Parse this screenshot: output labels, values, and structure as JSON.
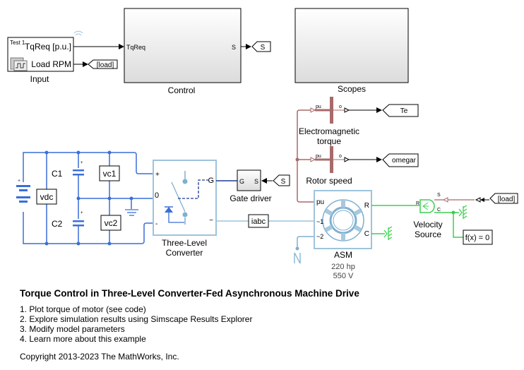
{
  "colors": {
    "electrical": "#3a6fd8",
    "converter_border": "#9ec3dc",
    "signal_bus": "#a86a6a",
    "mechanical": "#3ccf50",
    "block_fill": "#e8e8e8"
  },
  "blocks": {
    "input": {
      "label": "Input",
      "badge": "Test 1",
      "port_tqreq": "TqReq [p.u.]",
      "port_load": "Load RPM"
    },
    "control": {
      "label": "Control",
      "in_port": "TqReq",
      "out_port": "S"
    },
    "scopes": {
      "label": "Scopes"
    },
    "em_torque": {
      "label_line1": "Electromagnetic",
      "label_line2": "torque",
      "in_port": "pu",
      "out_port": "o"
    },
    "rotor_speed": {
      "label": "Rotor speed",
      "in_port": "pu",
      "out_port": "o"
    },
    "converter": {
      "label_line1": "Three-Level",
      "label_line2": "Converter",
      "port_plus": "+",
      "port_zero": "0",
      "port_minus": "-",
      "port_gate": "G",
      "port_ac": "~"
    },
    "gate_driver": {
      "label": "Gate driver",
      "port_g": "G",
      "port_s": "S"
    },
    "asm": {
      "label": "ASM",
      "power": "220 hp",
      "voltage": "550 V",
      "port_pu": "pu",
      "port_ac1": "~1",
      "port_ac2": "~2",
      "port_r": "R",
      "port_c": "C"
    },
    "velocity_source": {
      "label_line1": "Velocity",
      "label_line2": "Source",
      "port_s": "S",
      "port_c": "C",
      "port_r": "R"
    },
    "solver": {
      "label": "f(x) = 0"
    },
    "capacitors": {
      "c1": "C1",
      "c2": "C2"
    },
    "sensors": {
      "vdc": "vdc",
      "vc1": "vc1",
      "vc2": "vc2",
      "iabc": "iabc"
    }
  },
  "tags": {
    "load_goto": "[load]",
    "s_goto": "S",
    "s_from": "S",
    "te": "Te",
    "omegar": "omegar",
    "load_from": "[load]"
  },
  "description": {
    "title": "Torque Control in Three-Level Converter-Fed Asynchronous Machine Drive",
    "items": [
      "1. Plot torque of motor (see code)",
      "2. Explore simulation results using Simscape Results Explorer",
      "3. Modify model parameters",
      "4. Learn more about this example"
    ],
    "copyright": "Copyright 2013-2023 The MathWorks, Inc."
  }
}
